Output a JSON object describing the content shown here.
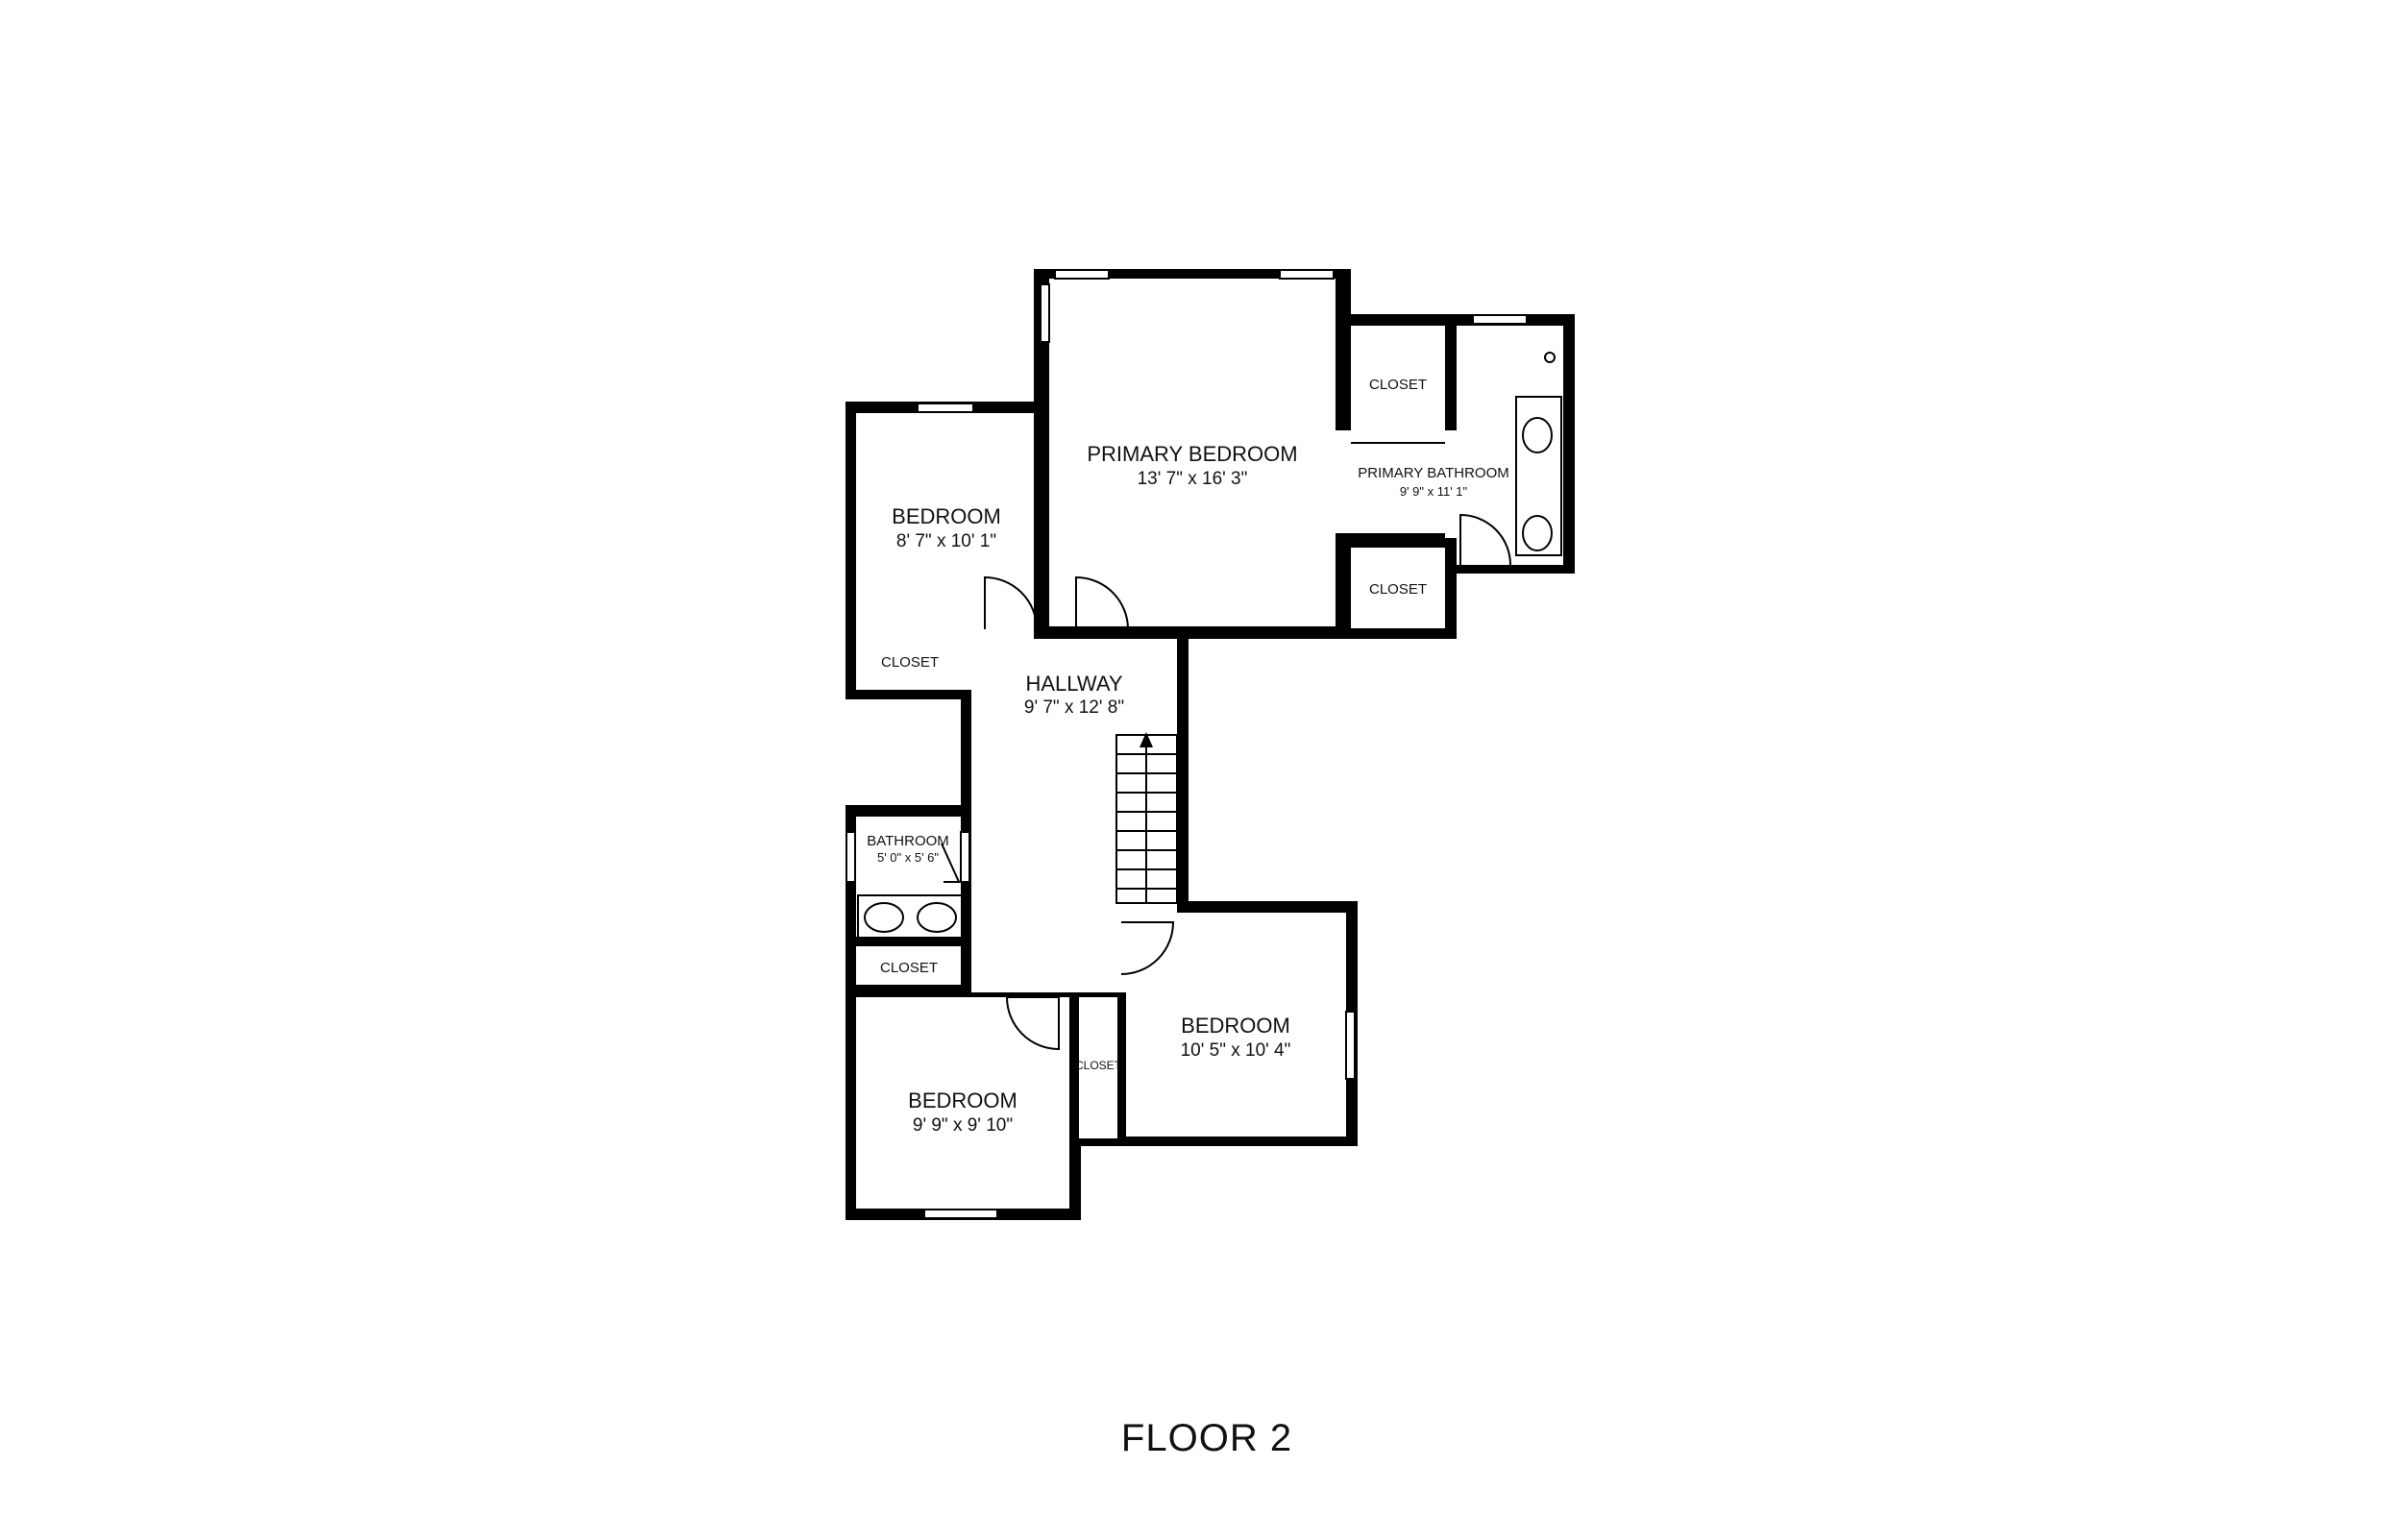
{
  "floor_label": "FLOOR 2",
  "rooms": {
    "primary_bedroom": {
      "name": "PRIMARY BEDROOM",
      "dims": "13' 7\" x 16' 3\""
    },
    "primary_bathroom": {
      "name": "PRIMARY BATHROOM",
      "dims": "9' 9\" x 11' 1\""
    },
    "primary_closet_top": {
      "name": "CLOSET"
    },
    "primary_closet_bottom": {
      "name": "CLOSET"
    },
    "bedroom_left": {
      "name": "BEDROOM",
      "dims": "8' 7\" x 10' 1\""
    },
    "bedroom_left_closet": {
      "name": "CLOSET"
    },
    "hallway": {
      "name": "HALLWAY",
      "dims": "9' 7\" x 12' 8\""
    },
    "bathroom": {
      "name": "BATHROOM",
      "dims": "5' 0\" x 5' 6\""
    },
    "hall_closet": {
      "name": "CLOSET"
    },
    "bedroom_bottom_left": {
      "name": "BEDROOM",
      "dims": "9' 9\" x 9' 10\""
    },
    "bedroom_right": {
      "name": "BEDROOM",
      "dims": "10' 5\" x 10' 4\""
    },
    "small_closet": {
      "name": "CLOSET"
    }
  },
  "colors": {
    "wall": "#000000",
    "background": "#ffffff"
  }
}
